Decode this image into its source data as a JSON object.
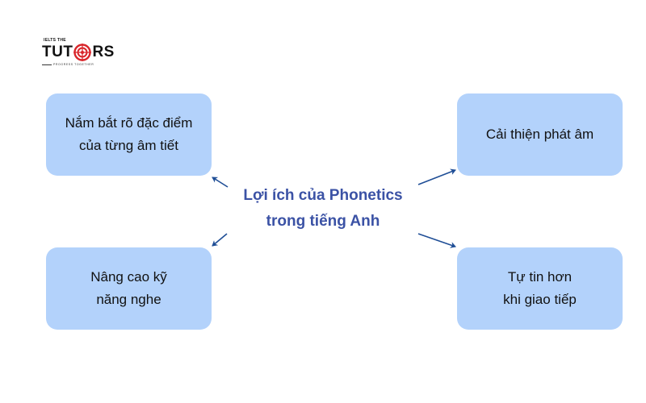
{
  "logo": {
    "small_text": "IELTS THE",
    "main_left": "TUT",
    "main_right": "RS",
    "tagline": "PROGRESS TOGETHER"
  },
  "center": {
    "line1": "Lợi ích của Phonetics",
    "line2": "trong tiếng Anh"
  },
  "boxes": {
    "top_left": "Nắm bắt rõ đặc điểm\ncủa từng âm tiết",
    "top_right": "Cải thiện phát âm",
    "bottom_left": "Nâng cao kỹ\nnăng nghe",
    "bottom_right": "Tự tin hơn\nkhi giao tiếp"
  },
  "colors": {
    "box_fill": "#b3d2fb",
    "title": "#3b52a5",
    "arrow": "#1f4e96",
    "logo_red": "#d9262b"
  }
}
